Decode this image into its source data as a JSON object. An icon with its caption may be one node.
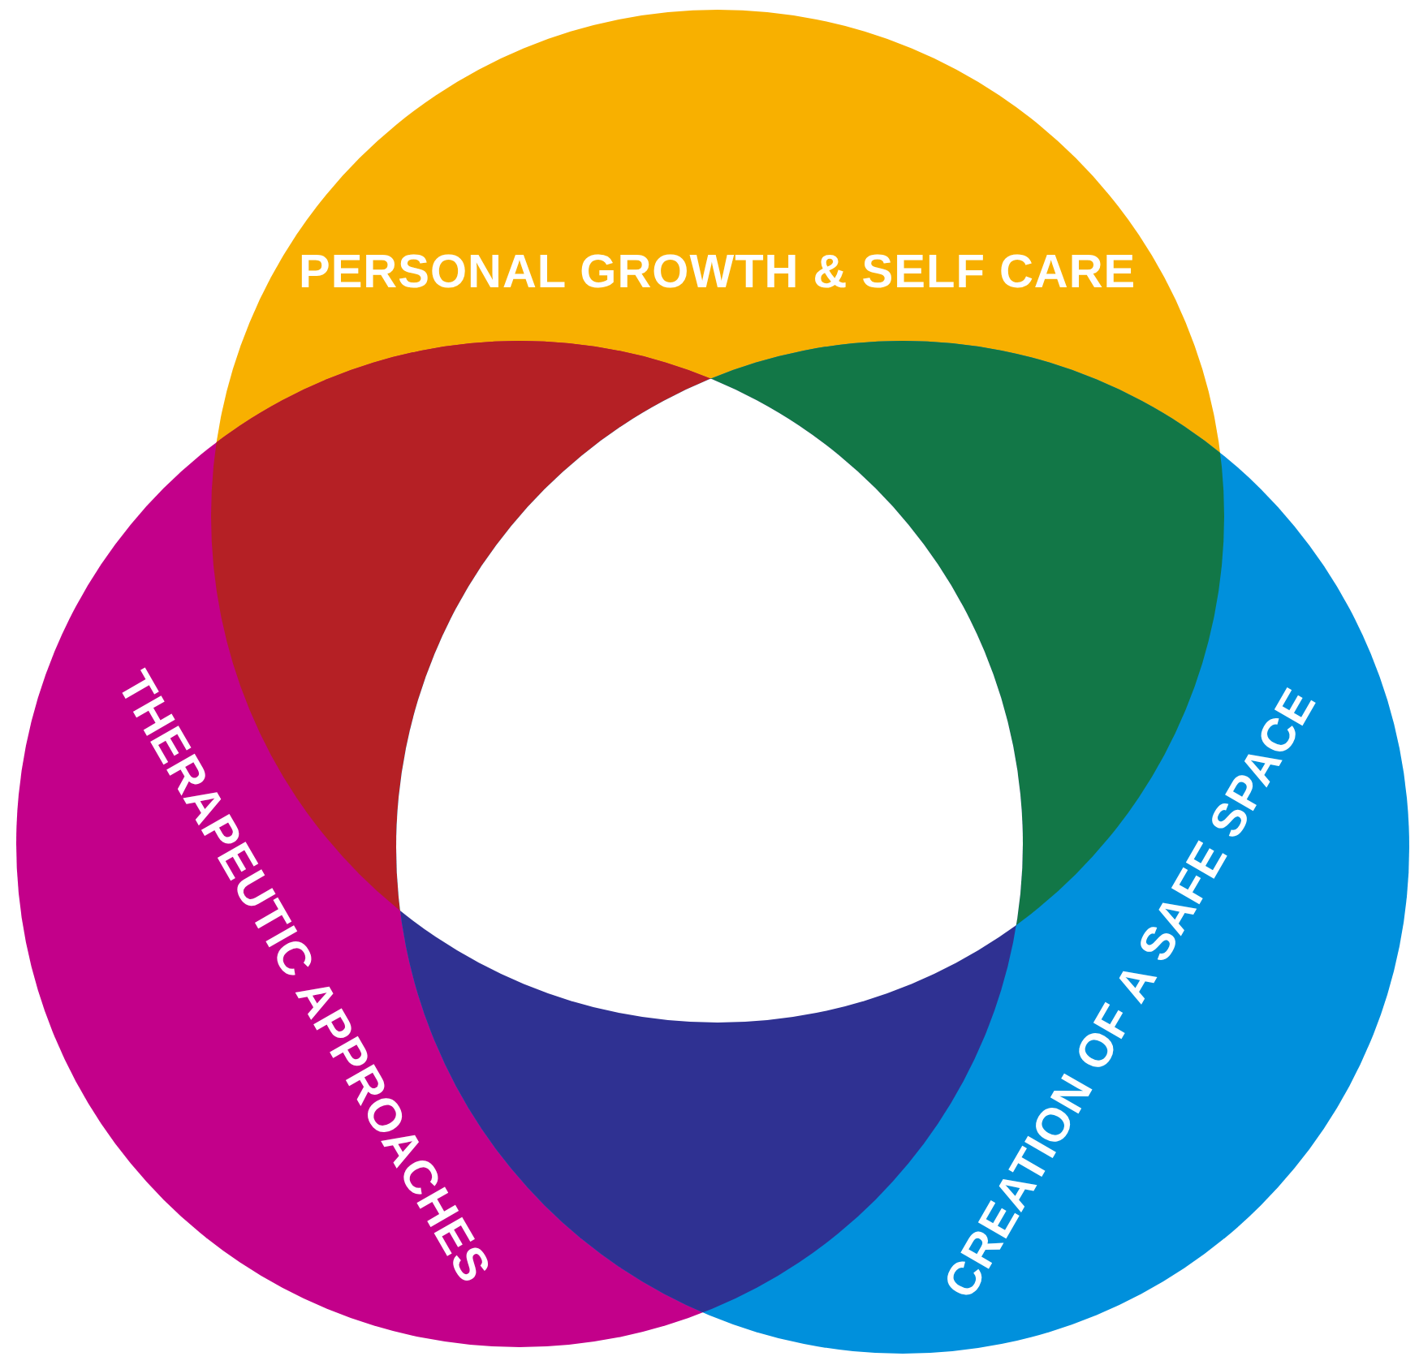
{
  "diagram": {
    "nodes": [
      {
        "text": [
          "PERSONAL GROWTH & SELF CARE"
        ]
      },
      {
        "text": [
          "THERAPEUTIC APPROACHES"
        ]
      },
      {
        "text": [
          "CREATION OF A SAFE SPACE"
        ]
      }
    ]
  }
}
